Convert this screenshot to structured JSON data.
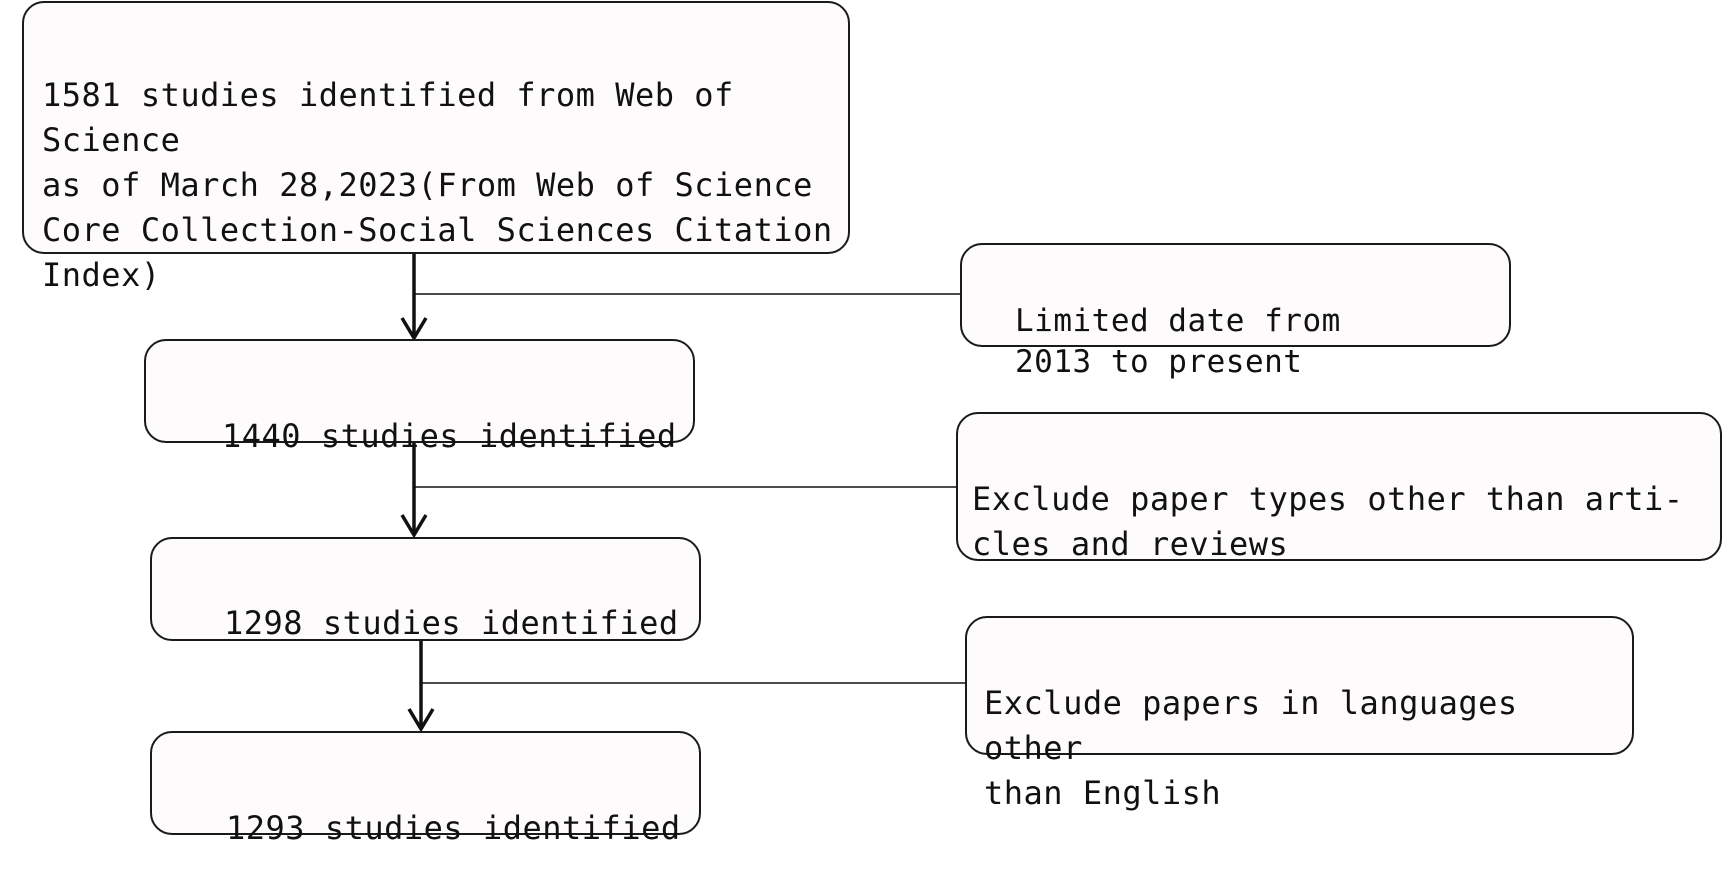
{
  "flow": {
    "source": "1581 studies identified from Web of Science\nas of March 28,2023(From Web of Science\nCore Collection-Social Sciences Citation\n Index)",
    "after_date_filter": "1440 studies identified",
    "after_type_filter": "1298 studies identified",
    "after_language_filter": "1293 studies identified"
  },
  "exclusions": {
    "date": "Limited date from\n2013 to present",
    "types": "Exclude paper types other than arti-\ncles and reviews",
    "language": "Exclude papers in languages other\nthan English"
  }
}
